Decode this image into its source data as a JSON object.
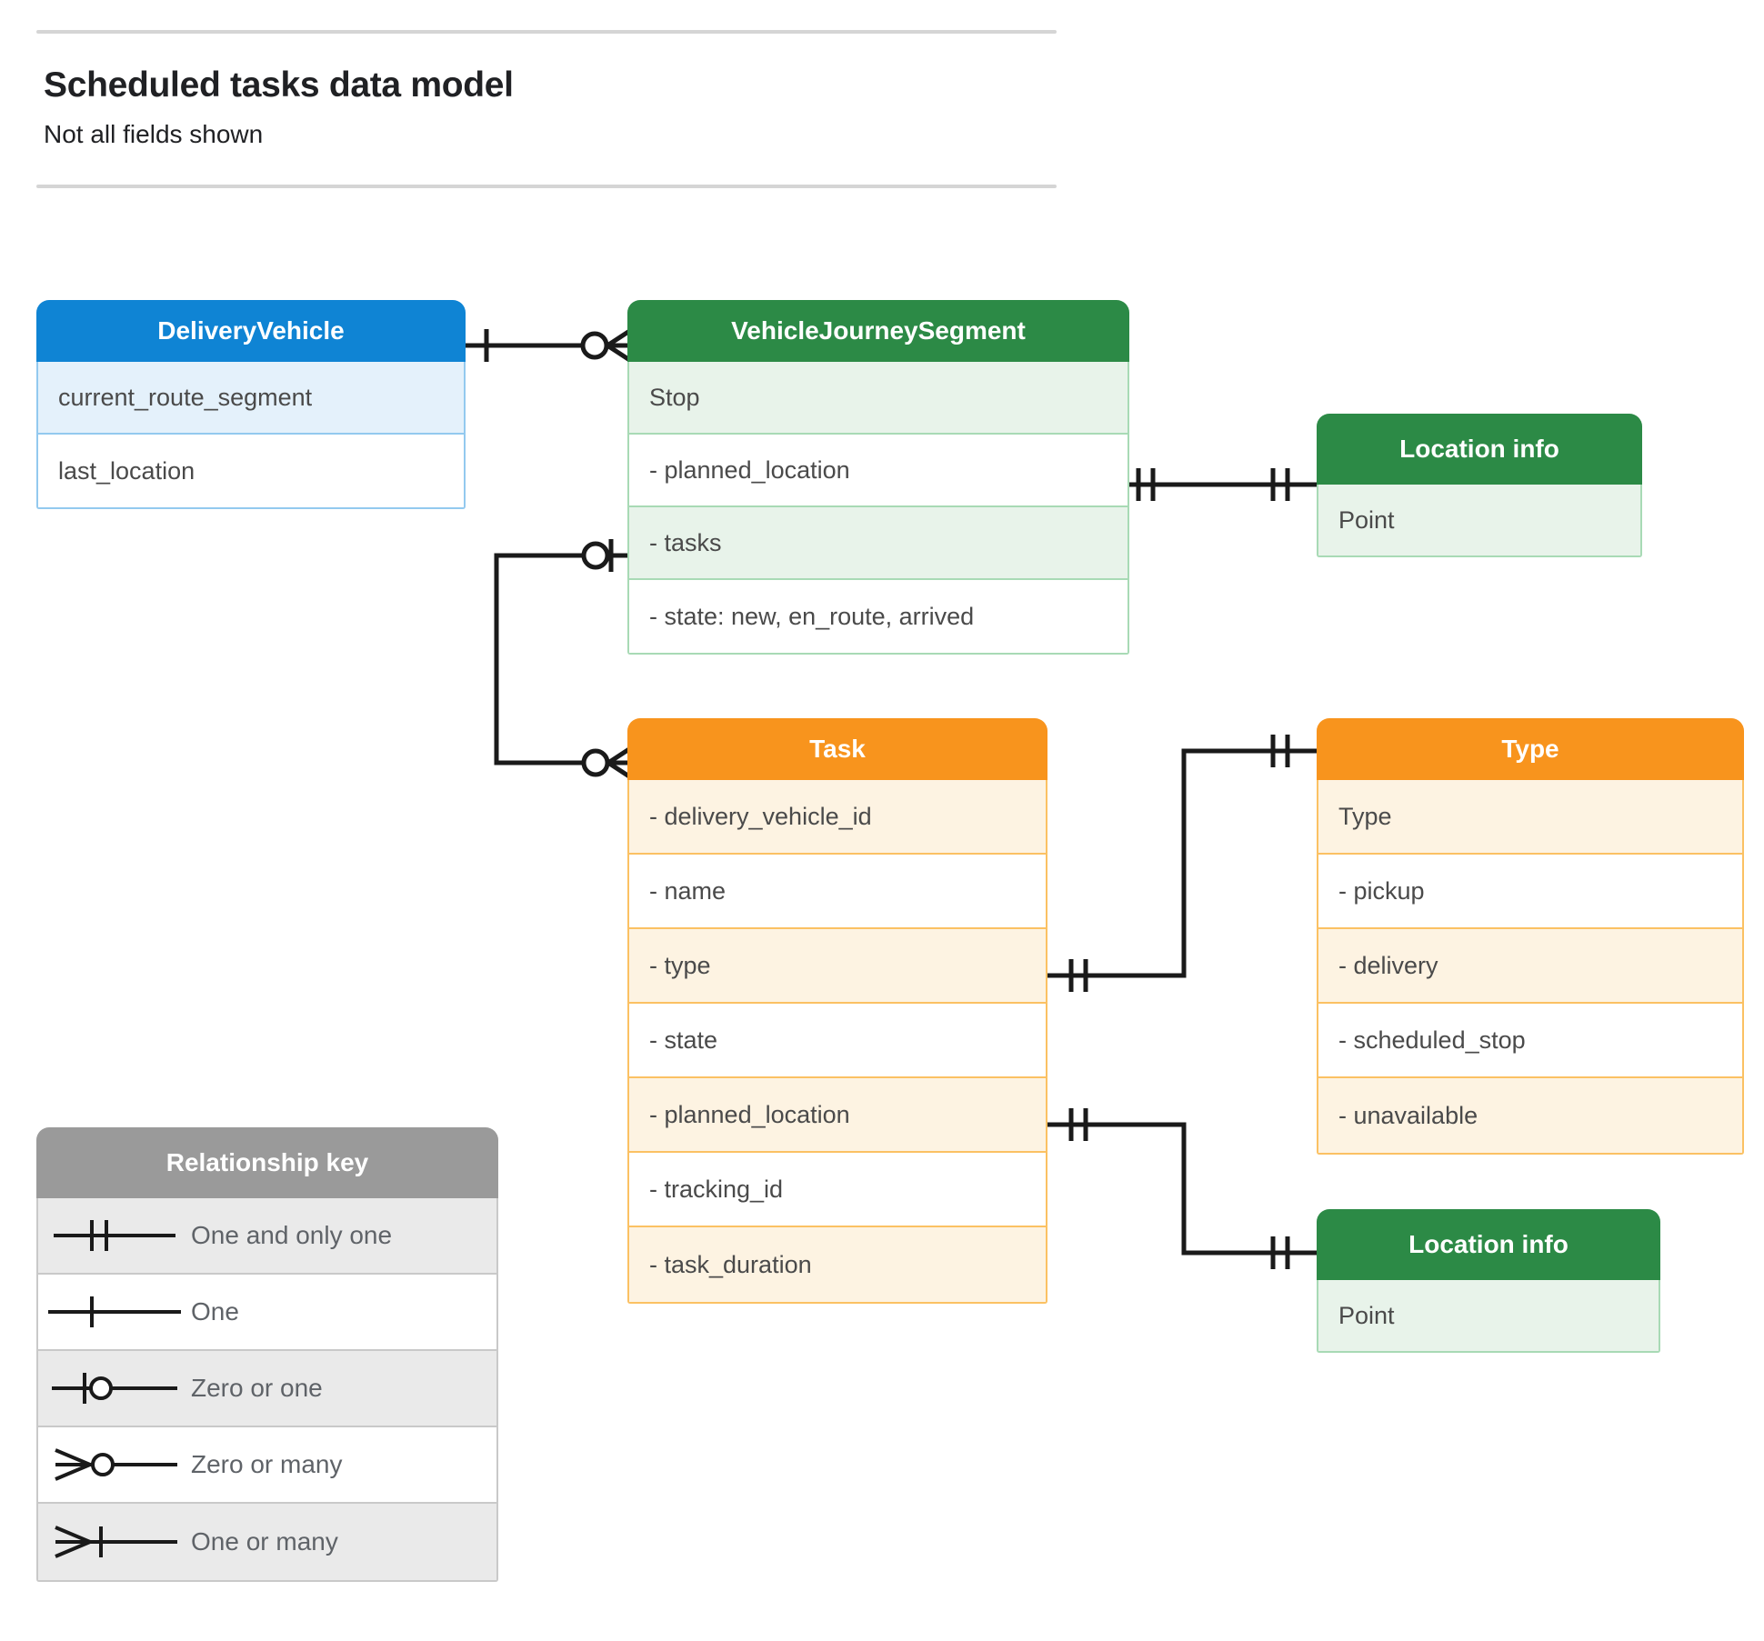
{
  "header": {
    "title": "Scheduled tasks data model",
    "subtitle": "Not all fields shown"
  },
  "colors": {
    "blue": "#0f84d4",
    "green": "#2c8a46",
    "orange": "#f8941d",
    "grey": "#9a9a9a",
    "line": "#1a1a1a",
    "text": "#4a4a4a"
  },
  "entities": {
    "delivery_vehicle": {
      "title": "DeliveryVehicle",
      "rows": [
        "current_route_segment",
        "last_location"
      ]
    },
    "vehicle_journey_segment": {
      "title": "VehicleJourneySegment",
      "rows": [
        "Stop",
        "-  planned_location",
        "- tasks",
        "- state: new, en_route, arrived"
      ]
    },
    "location_info_top": {
      "title": "Location info",
      "rows": [
        "Point"
      ]
    },
    "location_info_bottom": {
      "title": "Location info",
      "rows": [
        "Point"
      ]
    },
    "task": {
      "title": "Task",
      "rows": [
        "- delivery_vehicle_id",
        "- name",
        "- type",
        "- state",
        "- planned_location",
        "- tracking_id",
        "- task_duration"
      ]
    },
    "type": {
      "title": "Type",
      "rows": [
        "Type",
        "-   pickup",
        "-   delivery",
        "-   scheduled_stop",
        "-   unavailable"
      ]
    }
  },
  "legend": {
    "title": "Relationship key",
    "items": [
      {
        "symbol": "one-and-only-one",
        "label": "One and only one"
      },
      {
        "symbol": "one",
        "label": "One"
      },
      {
        "symbol": "zero-or-one",
        "label": "Zero or one"
      },
      {
        "symbol": "zero-or-many",
        "label": "Zero or many"
      },
      {
        "symbol": "one-or-many",
        "label": "One or many"
      }
    ]
  },
  "relationships": [
    {
      "name": "deliveryvehicle-to-vehiclejourneysegment",
      "from": "DeliveryVehicle",
      "to": "VehicleJourneySegment",
      "from_cardinality": "one",
      "to_cardinality": "zero-or-many"
    },
    {
      "name": "vehiclejourneysegment-plannedlocation-to-locationinfo",
      "from": "VehicleJourneySegment.planned_location",
      "to": "Location info",
      "from_cardinality": "one-and-only-one",
      "to_cardinality": "one-and-only-one"
    },
    {
      "name": "vehiclejourneysegment-tasks-to-task",
      "from": "VehicleJourneySegment.tasks",
      "to": "Task",
      "from_cardinality": "zero-or-one",
      "to_cardinality": "zero-or-many"
    },
    {
      "name": "task-type-to-type",
      "from": "Task.type",
      "to": "Type",
      "from_cardinality": "one-and-only-one",
      "to_cardinality": "one-and-only-one"
    },
    {
      "name": "task-plannedlocation-to-locationinfo",
      "from": "Task.planned_location",
      "to": "Location info",
      "from_cardinality": "one-and-only-one",
      "to_cardinality": "one-and-only-one"
    }
  ]
}
